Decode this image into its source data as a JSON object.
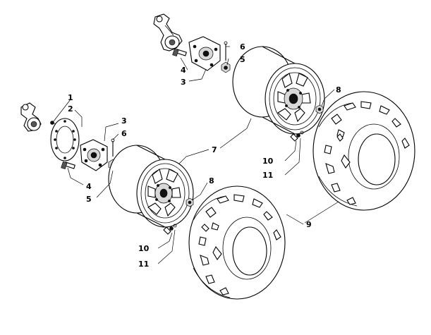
{
  "callouts": [
    {
      "key": "1a",
      "text": "1"
    },
    {
      "key": "2a",
      "text": "2"
    },
    {
      "key": "3a",
      "text": "3"
    },
    {
      "key": "6a",
      "text": "6"
    },
    {
      "key": "4a",
      "text": "4"
    },
    {
      "key": "5a",
      "text": "5"
    },
    {
      "key": "6b",
      "text": "6"
    },
    {
      "key": "5b",
      "text": "5"
    },
    {
      "key": "4b",
      "text": "4"
    },
    {
      "key": "3b",
      "text": "3"
    },
    {
      "key": "7a",
      "text": "7"
    },
    {
      "key": "8a",
      "text": "8"
    },
    {
      "key": "8b",
      "text": "8"
    },
    {
      "key": "9a",
      "text": "9"
    },
    {
      "key": "10a",
      "text": "10"
    },
    {
      "key": "11a",
      "text": "11"
    },
    {
      "key": "10b",
      "text": "10"
    },
    {
      "key": "11b",
      "text": "11"
    }
  ]
}
